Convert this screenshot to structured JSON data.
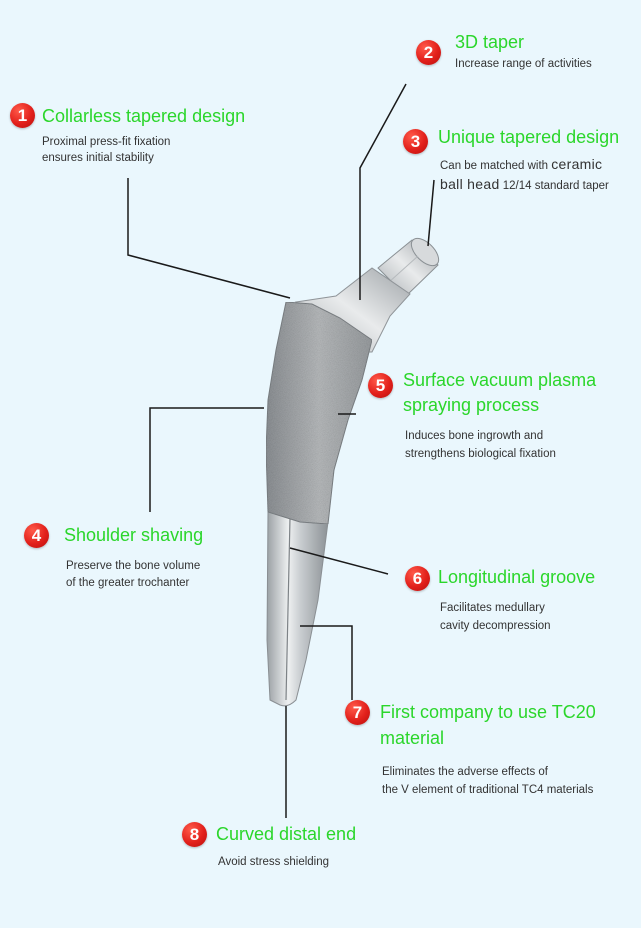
{
  "colors": {
    "background": "#eaf7fd",
    "title": "#2bd62b",
    "badge": "#e2201b",
    "leader_line": "#1a1a1a"
  },
  "features": [
    {
      "number": "1",
      "title": "Collarless tapered design",
      "desc": [
        "Proximal press-fit fixation",
        "ensures initial stability"
      ]
    },
    {
      "number": "2",
      "title": "3D taper",
      "desc": [
        "Increase range of activities"
      ]
    },
    {
      "number": "3",
      "title": "Unique tapered design",
      "desc_rich": [
        {
          "small": "Can be matched with ",
          "big": "ceramic"
        },
        {
          "big": "ball head",
          "small": " 12/14 standard taper"
        }
      ]
    },
    {
      "number": "4",
      "title": "Shoulder shaving",
      "desc": [
        "Preserve the bone volume",
        "of the greater trochanter"
      ]
    },
    {
      "number": "5",
      "title": "Surface vacuum plasma",
      "title_line2": "spraying process",
      "desc": [
        "Induces bone ingrowth and",
        "strengthens biological fixation"
      ]
    },
    {
      "number": "6",
      "title": "Longitudinal groove",
      "desc": [
        "Facilitates medullary",
        "cavity decompression"
      ]
    },
    {
      "number": "7",
      "title": "First company to use TC20",
      "title_line2": "material",
      "desc": [
        "Eliminates the adverse effects of",
        "the V element of traditional TC4 materials"
      ]
    },
    {
      "number": "8",
      "title": "Curved distal end",
      "desc": [
        "Avoid stress shielding"
      ]
    }
  ]
}
